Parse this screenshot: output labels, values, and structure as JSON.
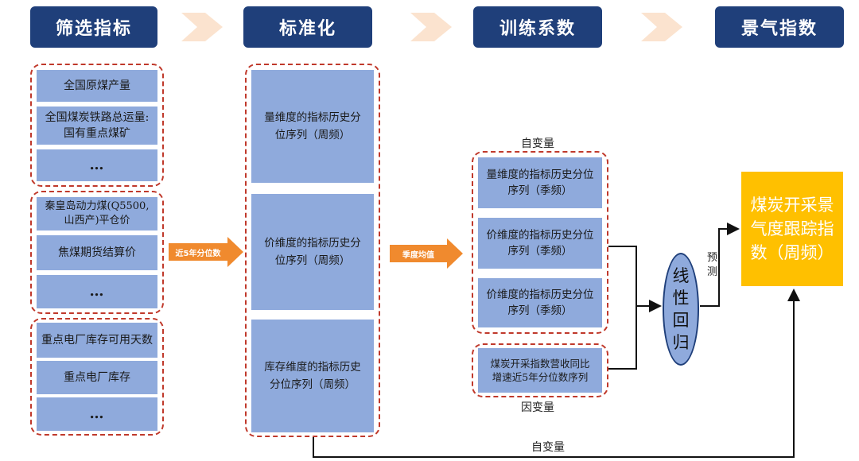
{
  "headers": [
    "筛选指标",
    "标准化",
    "训练系数",
    "景气指数"
  ],
  "column1": {
    "groups": [
      [
        "全国原煤产量",
        "全国煤炭铁路总运量:国有重点煤矿",
        "…"
      ],
      [
        "秦皇岛动力煤(Q5500,山西产)平仓价",
        "焦煤期货结算价",
        "…"
      ],
      [
        "重点电厂库存可用天数",
        "重点电厂库存",
        "…"
      ]
    ]
  },
  "column2": {
    "boxes": [
      "量维度的指标历史分位序列（周频）",
      "价维度的指标历史分位序列（周频）",
      "库存维度的指标历史分位序列（周频）"
    ]
  },
  "arrows": {
    "a1": "近5年分位数",
    "a2": "季度均值"
  },
  "column3": {
    "top_label": "自变量",
    "boxes": [
      "量维度的指标历史分位序列（季频）",
      "价维度的指标历史分位序列（季频）",
      "价维度的指标历史分位序列（季频）"
    ],
    "dep_box": "煤炭开采指数营收同比增速近5年分位数序列",
    "dep_label": "因变量"
  },
  "regression": "线性回归",
  "predict_label": "预测",
  "result": "煤炭开采景气度跟踪指数（周频）",
  "bottom_label": "自变量",
  "colors": {
    "header": "#1f3f7a",
    "box": "#8faadc",
    "dash": "#c0392b",
    "arrow": "#f08a2e",
    "result": "#ffc000",
    "chevron": "#fbe3cf"
  }
}
